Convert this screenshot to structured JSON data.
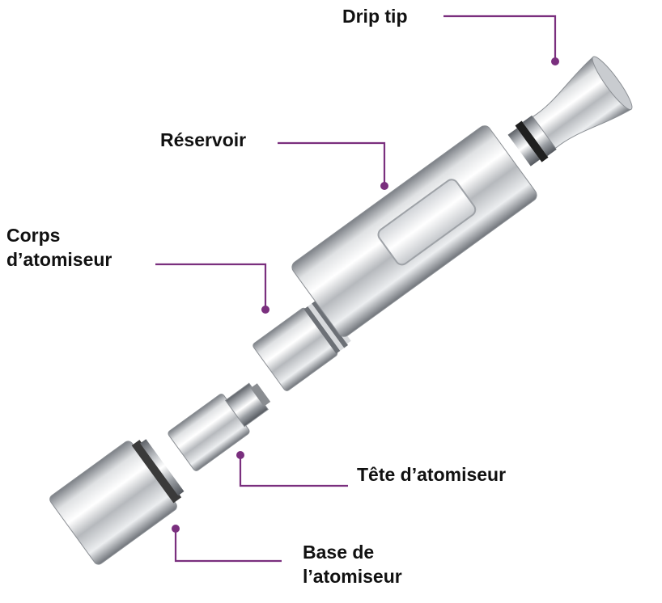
{
  "diagram": {
    "colors": {
      "leader": "#7a2f7e",
      "label_text": "#111111",
      "metal_dark": "#6f7378",
      "metal_mid": "#b9bcc0",
      "metal_light": "#f4f5f6",
      "seal": "#2a2a2a"
    },
    "labels": {
      "drip_tip": "Drip tip",
      "reservoir": "Réservoir",
      "corps_line1": "Corps",
      "corps_line2": "d’atomiseur",
      "tete": "Tête d’atomiseur",
      "base_line1": "Base de",
      "base_line2": "l’atomiseur"
    }
  }
}
